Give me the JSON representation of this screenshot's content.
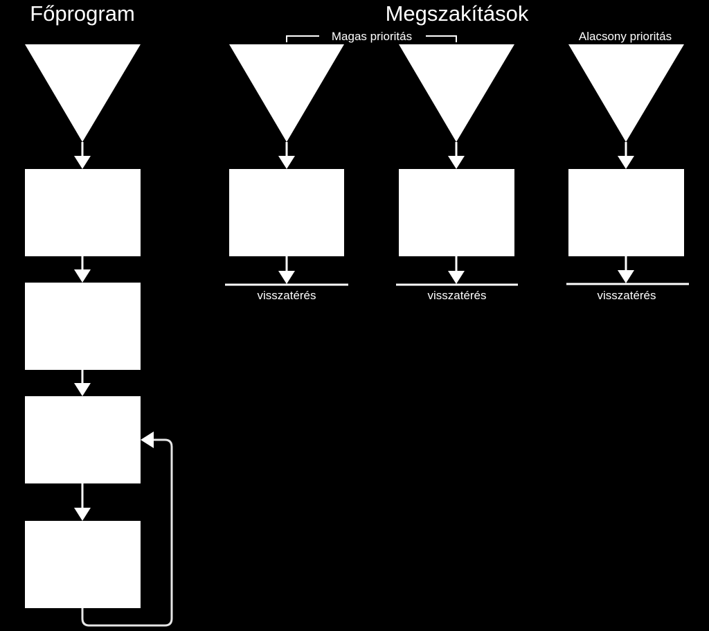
{
  "diagram": {
    "main_program_title": "Főprogram",
    "interrupts_title": "Megszakítások",
    "high_priority_label": "Magas prioritás",
    "low_priority_label": "Alacsony prioritás",
    "return_labels": [
      "visszatérés",
      "visszatérés",
      "visszatérés"
    ]
  },
  "colors": {
    "background": "#000000",
    "foreground": "#ffffff",
    "return_loop": "#e6e6e6"
  }
}
